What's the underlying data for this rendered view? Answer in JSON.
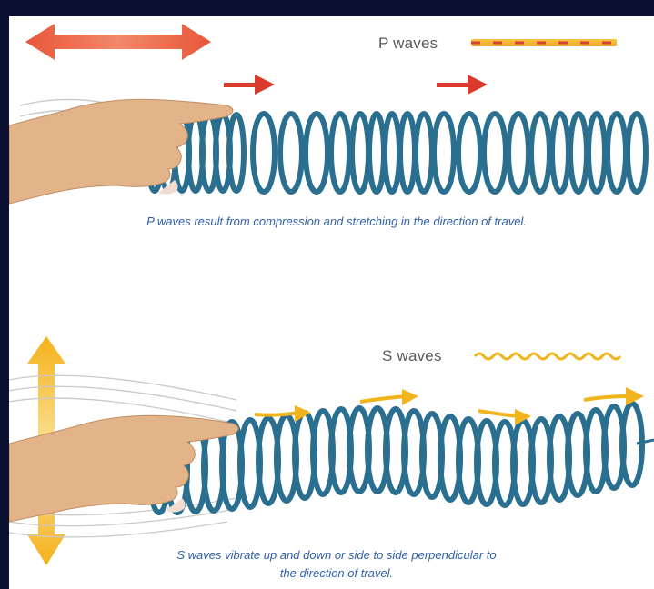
{
  "p_section": {
    "legend_label": "P waves",
    "caption": "P waves result from compression and stretching in the direction of travel."
  },
  "s_section": {
    "legend_label": "S waves",
    "caption_line1": "S waves vibrate up and down or side to side perpendicular to",
    "caption_line2": "the direction of travel."
  },
  "colors": {
    "frame": "#0b1030",
    "spring": "#2a6f8f",
    "p_arrow": "#d93a2b",
    "p_double_arrow": "#ea5a3c",
    "s_arrow": "#f2b41c",
    "caption_text": "#2f5fa8",
    "skin": "#e3b48a"
  },
  "icons": [
    "double-arrow-horizontal-icon",
    "double-arrow-vertical-icon",
    "hand-icon",
    "spring-coil-icon",
    "arrow-right-icon",
    "wavy-line-icon",
    "dashed-line-icon"
  ]
}
